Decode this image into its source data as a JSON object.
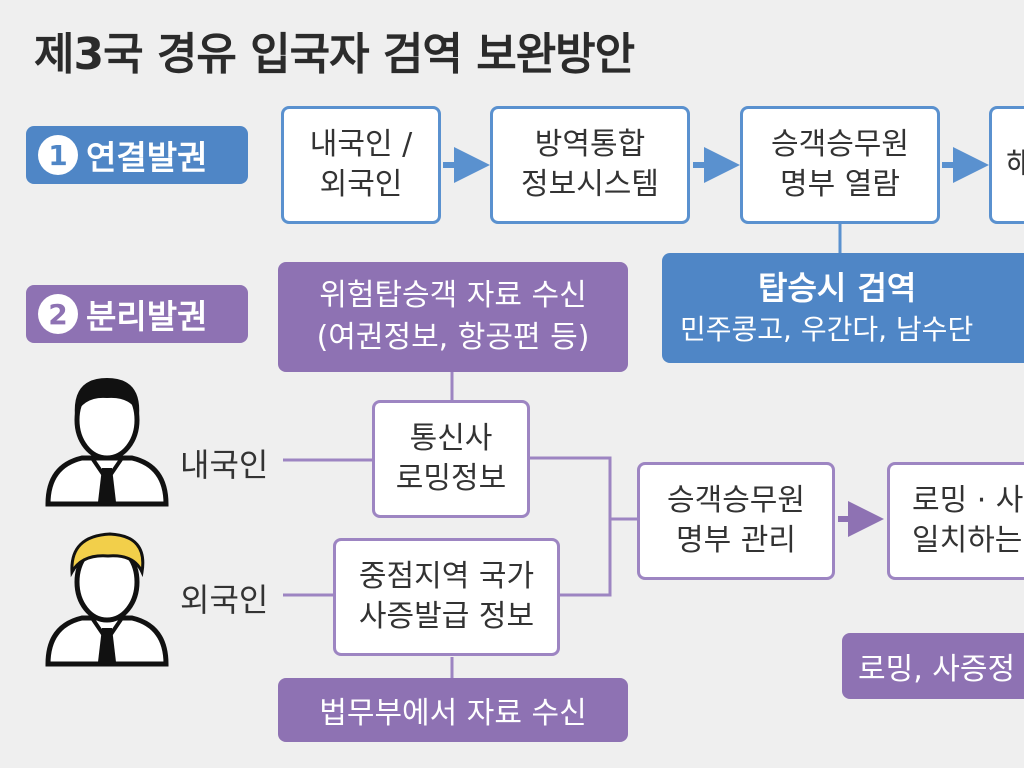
{
  "title": "제3국 경유 입국자 검역 보완방안",
  "section1": {
    "number": "1",
    "label": "연결발권",
    "boxes": [
      {
        "line1": "내국인 /",
        "line2": "외국인"
      },
      {
        "line1": "방역통합",
        "line2": "정보시스템"
      },
      {
        "line1": "승객승무원",
        "line2": "명부 열람"
      },
      {
        "line1": "해",
        "line2": ""
      }
    ],
    "inspection": {
      "line1": "탑승시 검역",
      "line2": "민주콩고, 우간다, 남수단"
    }
  },
  "section2": {
    "number": "2",
    "label": "분리발권",
    "risk_box": {
      "line1": "위험탑승객 자료 수신",
      "line2": "(여권정보, 항공편 등)"
    },
    "domestic_label": "내국인",
    "foreign_label": "외국인",
    "telecom_box": {
      "line1": "통신사",
      "line2": "로밍정보"
    },
    "visa_box": {
      "line1": "중점지역 국가",
      "line2": "사증발급 정보"
    },
    "justice_box": "법무부에서 자료 수신",
    "manifest_box": {
      "line1": "승객승무원",
      "line2": "명부 관리"
    },
    "match_box": {
      "line1": "로밍 · 사",
      "line2": "일치하는"
    },
    "roaming_box": "로밍, 사증정"
  },
  "colors": {
    "blue": "#4f86c6",
    "purple": "#8e72b3",
    "background": "#efefef"
  }
}
